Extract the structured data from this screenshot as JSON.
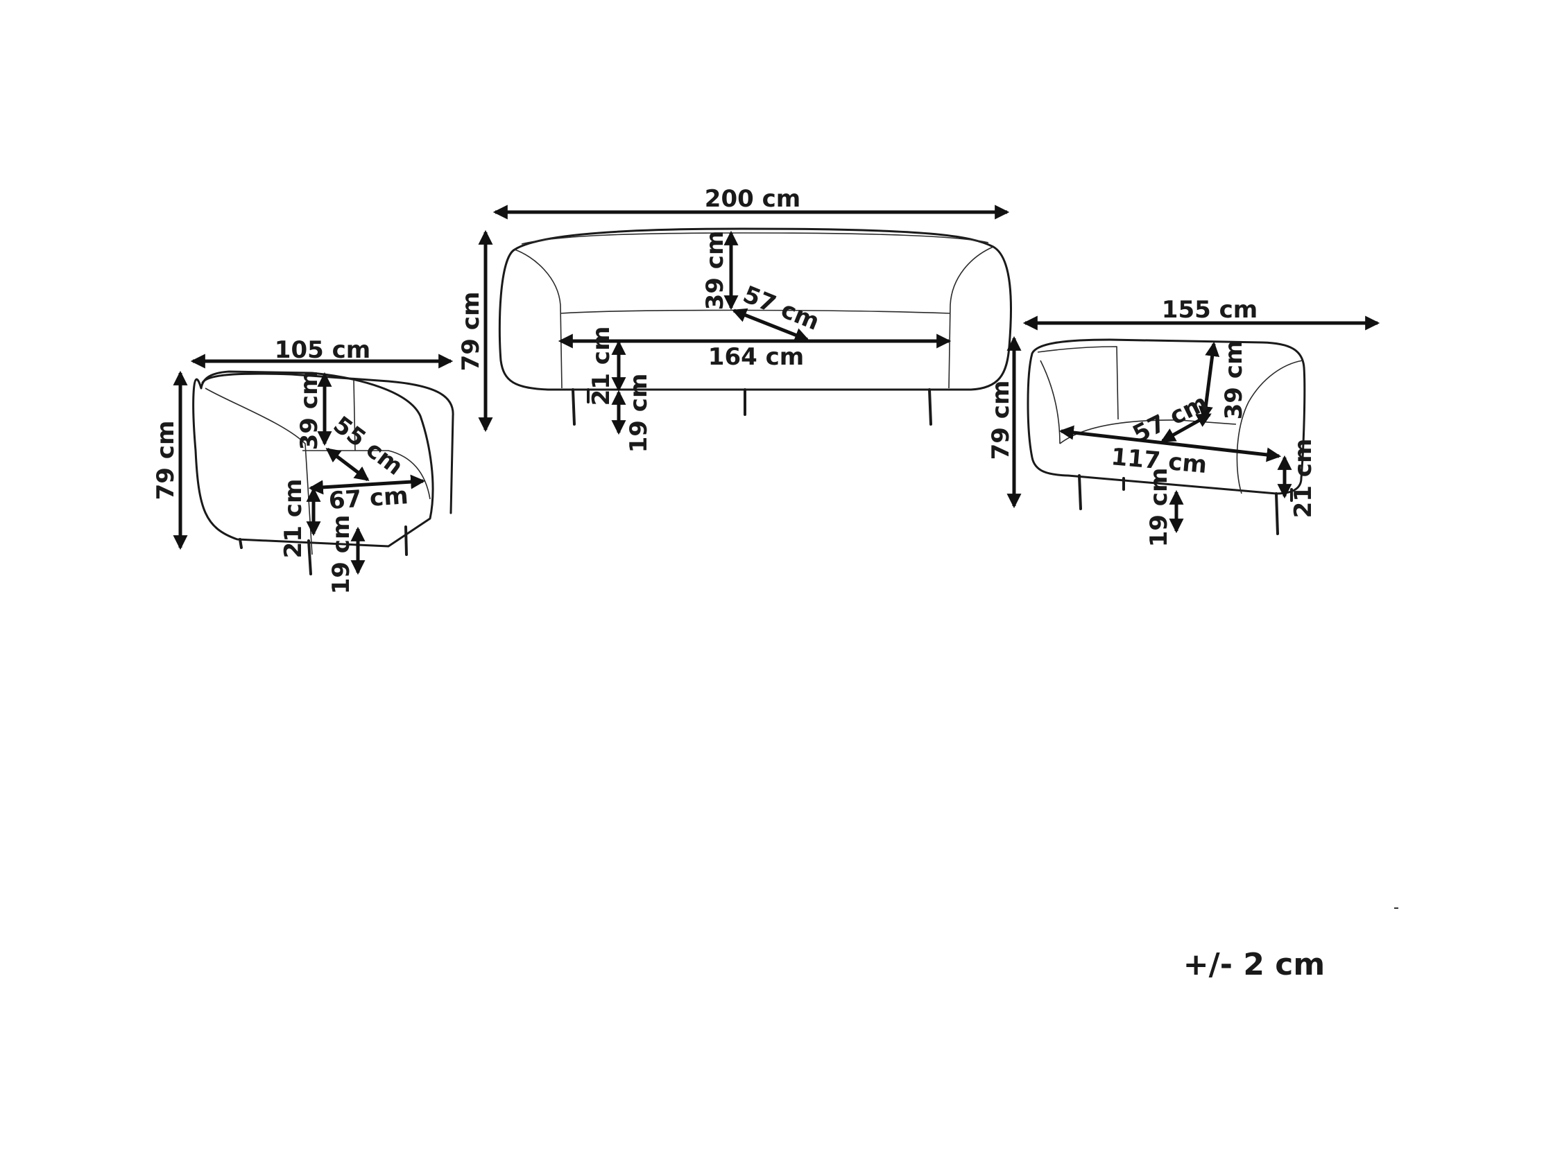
{
  "armchair": {
    "width": "105 cm",
    "height": "79 cm",
    "back_height": "39 cm",
    "seat_depth": "55 cm",
    "seat_width": "67 cm",
    "seat_thickness": "21 cm",
    "leg_height": "19 cm"
  },
  "three_seater": {
    "width": "200 cm",
    "height": "79 cm",
    "back_height": "39 cm",
    "seat_depth": "57 cm",
    "seat_width": "164 cm",
    "seat_thickness": "21 cm",
    "leg_height": "19 cm"
  },
  "two_seater": {
    "width": "155 cm",
    "height": "79 cm",
    "back_height": "39 cm",
    "seat_depth": "57 cm",
    "seat_width": "117 cm",
    "seat_thickness": "21 cm",
    "leg_height": "19 cm"
  },
  "tolerance": "+/- 2 cm",
  "colors": {
    "line": "#1a1a1a",
    "background": "#ffffff"
  }
}
